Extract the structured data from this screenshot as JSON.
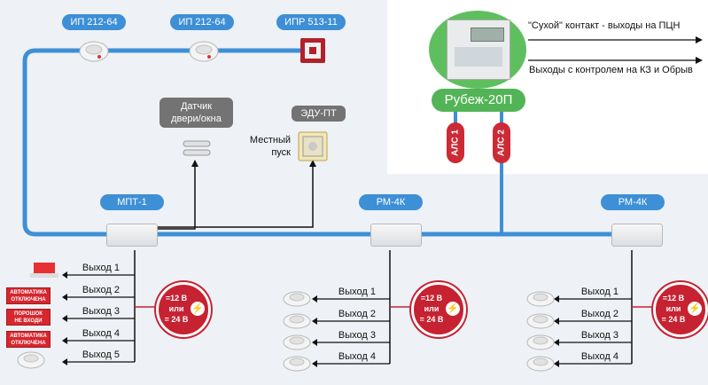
{
  "top_devices": {
    "ip1": "ИП 212-64",
    "ip2": "ИП 212-64",
    "ipr": "ИПР 513-11"
  },
  "sensors": {
    "door_sensor": "Датчик\nдвери/окна",
    "edu": "ЭДУ-ПТ",
    "local_start": "Местный\nпуск"
  },
  "controller": {
    "name": "Рубеж-20П",
    "als1": "АЛС 1",
    "als2": "АЛС 2"
  },
  "legend": {
    "dry_contact": "\"Сухой\" контакт - выходы на ПЦН",
    "controlled": "Выходы с контролем на КЗ и Обрыв"
  },
  "modules": {
    "mpt": "МПТ-1",
    "rm1": "РМ-4К",
    "rm2": "РМ-4К"
  },
  "voltage": {
    "line1": "=12 В",
    "line2": "или",
    "line3": "= 24 В"
  },
  "mpt_outputs": [
    "Выход 1",
    "Выход 2",
    "Выход 3",
    "Выход 4",
    "Выход 5"
  ],
  "rm1_outputs": [
    "Выход 1",
    "Выход 2",
    "Выход 3",
    "Выход 4"
  ],
  "rm2_outputs": [
    "Выход 1",
    "Выход 2",
    "Выход 3",
    "Выход 4"
  ],
  "signs": {
    "s1": "АВТОМАТИКА\nОТКЛЮЧЕНА",
    "s2": "ПОРОШОК\nНЕ ВХОДИ",
    "s3": "АВТОМАТИКА\nОТКЛЮЧЕНА"
  },
  "colors": {
    "bus": "#3d8fd6",
    "label_blue": "#3d8fd6",
    "alarm_red": "#c62232",
    "controller_green": "#52b456"
  }
}
